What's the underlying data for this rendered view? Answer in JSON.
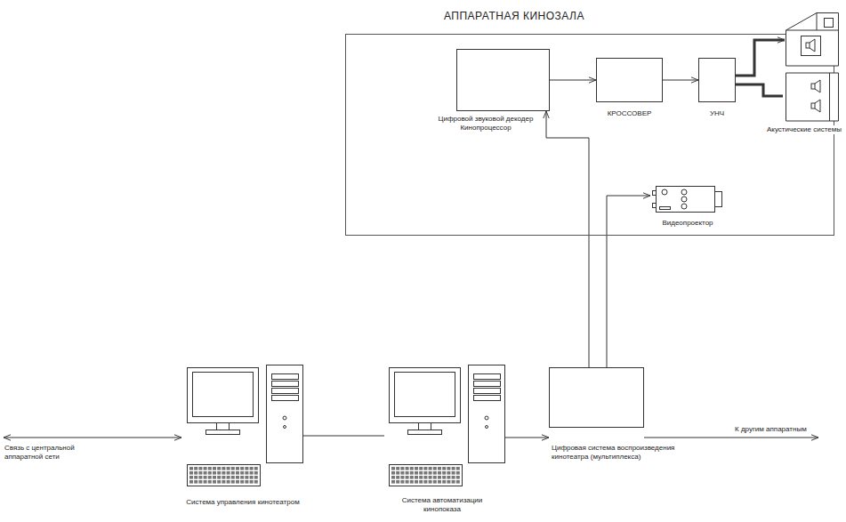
{
  "diagram": {
    "nodes": [
      {
        "text": [
          "АППАРАТНАЯ КИНОЗАЛА"
        ]
      },
      {
        "text": [
          "Цифровой звуковой декодер Кинопроцессор"
        ],
        "in": 0
      },
      {
        "text": [
          "КРОССОВЕР"
        ],
        "in": 0
      },
      {
        "text": [
          "УНЧ"
        ],
        "in": 0
      },
      {
        "text": [
          "Акустические системы"
        ]
      },
      {
        "text": [
          "Видеопроектор"
        ],
        "in": 0
      },
      {
        "text": [
          "Система управления кинотеатром"
        ]
      },
      {
        "text": [
          "Система автоматизации кинопоказа"
        ]
      },
      {
        "text": [
          "Цифровая система воспроизведения кинотеатра (мультиплекса)"
        ]
      }
    ],
    "edges": [
      {
        "from": 1,
        "to": 2,
        "arrow": "to"
      },
      {
        "from": 2,
        "to": 3,
        "arrow": "to"
      },
      {
        "from": 3,
        "to": 4,
        "arrow": "to"
      },
      {
        "from": 6,
        "to": 7,
        "arrow": "none"
      },
      {
        "from": 7,
        "to": 8,
        "arrow": "to"
      },
      {
        "from": 8,
        "to": 1,
        "arrow": "to"
      },
      {
        "from": 8,
        "to": 5,
        "arrow": "to"
      }
    ],
    "labels": [
      "Связь с центральной аппаратной сети",
      "К другим аппаратным"
    ]
  }
}
